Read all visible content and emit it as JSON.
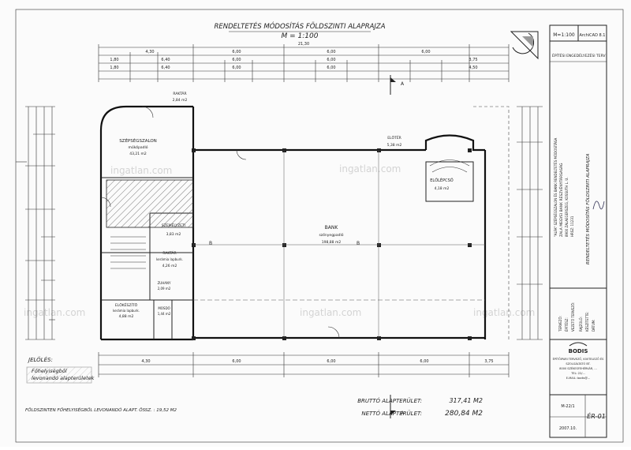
{
  "title": {
    "line1": "RENDELTETÉS MÓDOSÍTÁS FÖLDSZINTI ALAPRAJZA",
    "scale": "M = 1:100"
  },
  "rooms": {
    "szepsegszalon": {
      "name": "SZÉPSÉGSZALON",
      "sub": "műkőpadló",
      "area": "43,21 m2"
    },
    "raktar_top": {
      "name": "RAKTÁR",
      "area": "2,84 m2"
    },
    "szemelyzeti": {
      "name": "SZEMÉLYZETI",
      "area": "3,83 m2"
    },
    "raktar": {
      "name": "RAKTÁR",
      "sub": "kerámia lapburk.",
      "area": "4,26 m2"
    },
    "zuhany": {
      "name": "ZUHANY",
      "area": "2,09 m2"
    },
    "mosdo": {
      "name": "MOSDÓ",
      "area": "1,44 m2"
    },
    "elokeszito": {
      "name": "ELŐKÉSZÍTŐ",
      "sub": "kerámia lapburk.",
      "area": "4,88 m2"
    },
    "bank": {
      "name": "BANK",
      "sub": "szőnyegpadló",
      "area": "198,88 m2"
    },
    "elotero": {
      "name": "ELŐTÉR",
      "area": "5,38 m2"
    },
    "elolepcso": {
      "name": "ELŐLÉPCSŐ",
      "area": "4,18 m2"
    }
  },
  "dims": {
    "overall": "21,30",
    "top_row1": [
      "4,30",
      "6,00",
      "6,00",
      "6,00"
    ],
    "top_row2": [
      "1,80",
      "6,40",
      "6,00",
      "6,00",
      "3,75"
    ],
    "top_row3": [
      "1,80",
      "6,40",
      "6,00",
      "6,00",
      "4,50"
    ],
    "bottom_row": [
      "4,30",
      "6,00",
      "6,00",
      "6,00",
      "3,75"
    ]
  },
  "section_marks": {
    "a": "A",
    "b": "B"
  },
  "legend": {
    "title": "JELÖLÉS:",
    "item_line1": "Főhelyiségből",
    "item_line2": "levonandó alapterületek"
  },
  "areas": {
    "brutto_label": "BRUTTÓ ALAPTERÜLET:",
    "brutto_value": "317,41 M2",
    "netto_label": "NETTÓ ALAPTERÜLET:",
    "netto_value": "280,84 M2",
    "deduct": "FÖLDSZINTEN FŐHELYISÉGBŐL LEVONANDÓ ALAPT. ÖSSZ. : 19,52 M2"
  },
  "titleblock": {
    "scale": "M=1:100",
    "software": "ArchiCAD 8.1",
    "epitesi_engedely": "ÉPÍTÉSI ENGEDÉLYEZÉSI TERV",
    "project_lines": [
      "\"ALFA\" SZÉPSÉGSZALON ÉS BANK RENDELTETÉS MÓDOSÍTÁSA",
      "ZALA MEGYEI BANK RÉSZVÉNYTÁRSASÁG",
      "8900 ZALAEGERSZEG, KOSSUTH L. U.",
      "HRSZ: 11231"
    ],
    "sheet_title": "RENDELTETÉS MÓDOSÍTÁS FÖLDSZINTI ALAPRAJZA",
    "side_labels": [
      "TERVEZŐ:",
      "ÉPÍTÉSZ:",
      "VEZETŐ TERVEZŐ:",
      "RAJZOLÓ:",
      "KÉSZÍTETTE:",
      "DÁTUM:"
    ],
    "company": "BODIS",
    "company_lines": [
      "ÉPÍTŐIPARI TERVEZŐ, KIVITELEZŐ ÉS",
      "SZOLGÁLTATÓ BT.",
      "8000 SZÉKESFEHÉRVÁR, ...",
      "TEL: 22/...",
      "E-MAIL: bodis@..."
    ],
    "job_no": "M-22/1",
    "year": "2007.10.",
    "sheet_no": "ÉR-01"
  },
  "watermark": "ingatlan.com",
  "colors": {
    "line": "#222222",
    "paper": "#fbfbfb",
    "hatch": "#444444"
  }
}
